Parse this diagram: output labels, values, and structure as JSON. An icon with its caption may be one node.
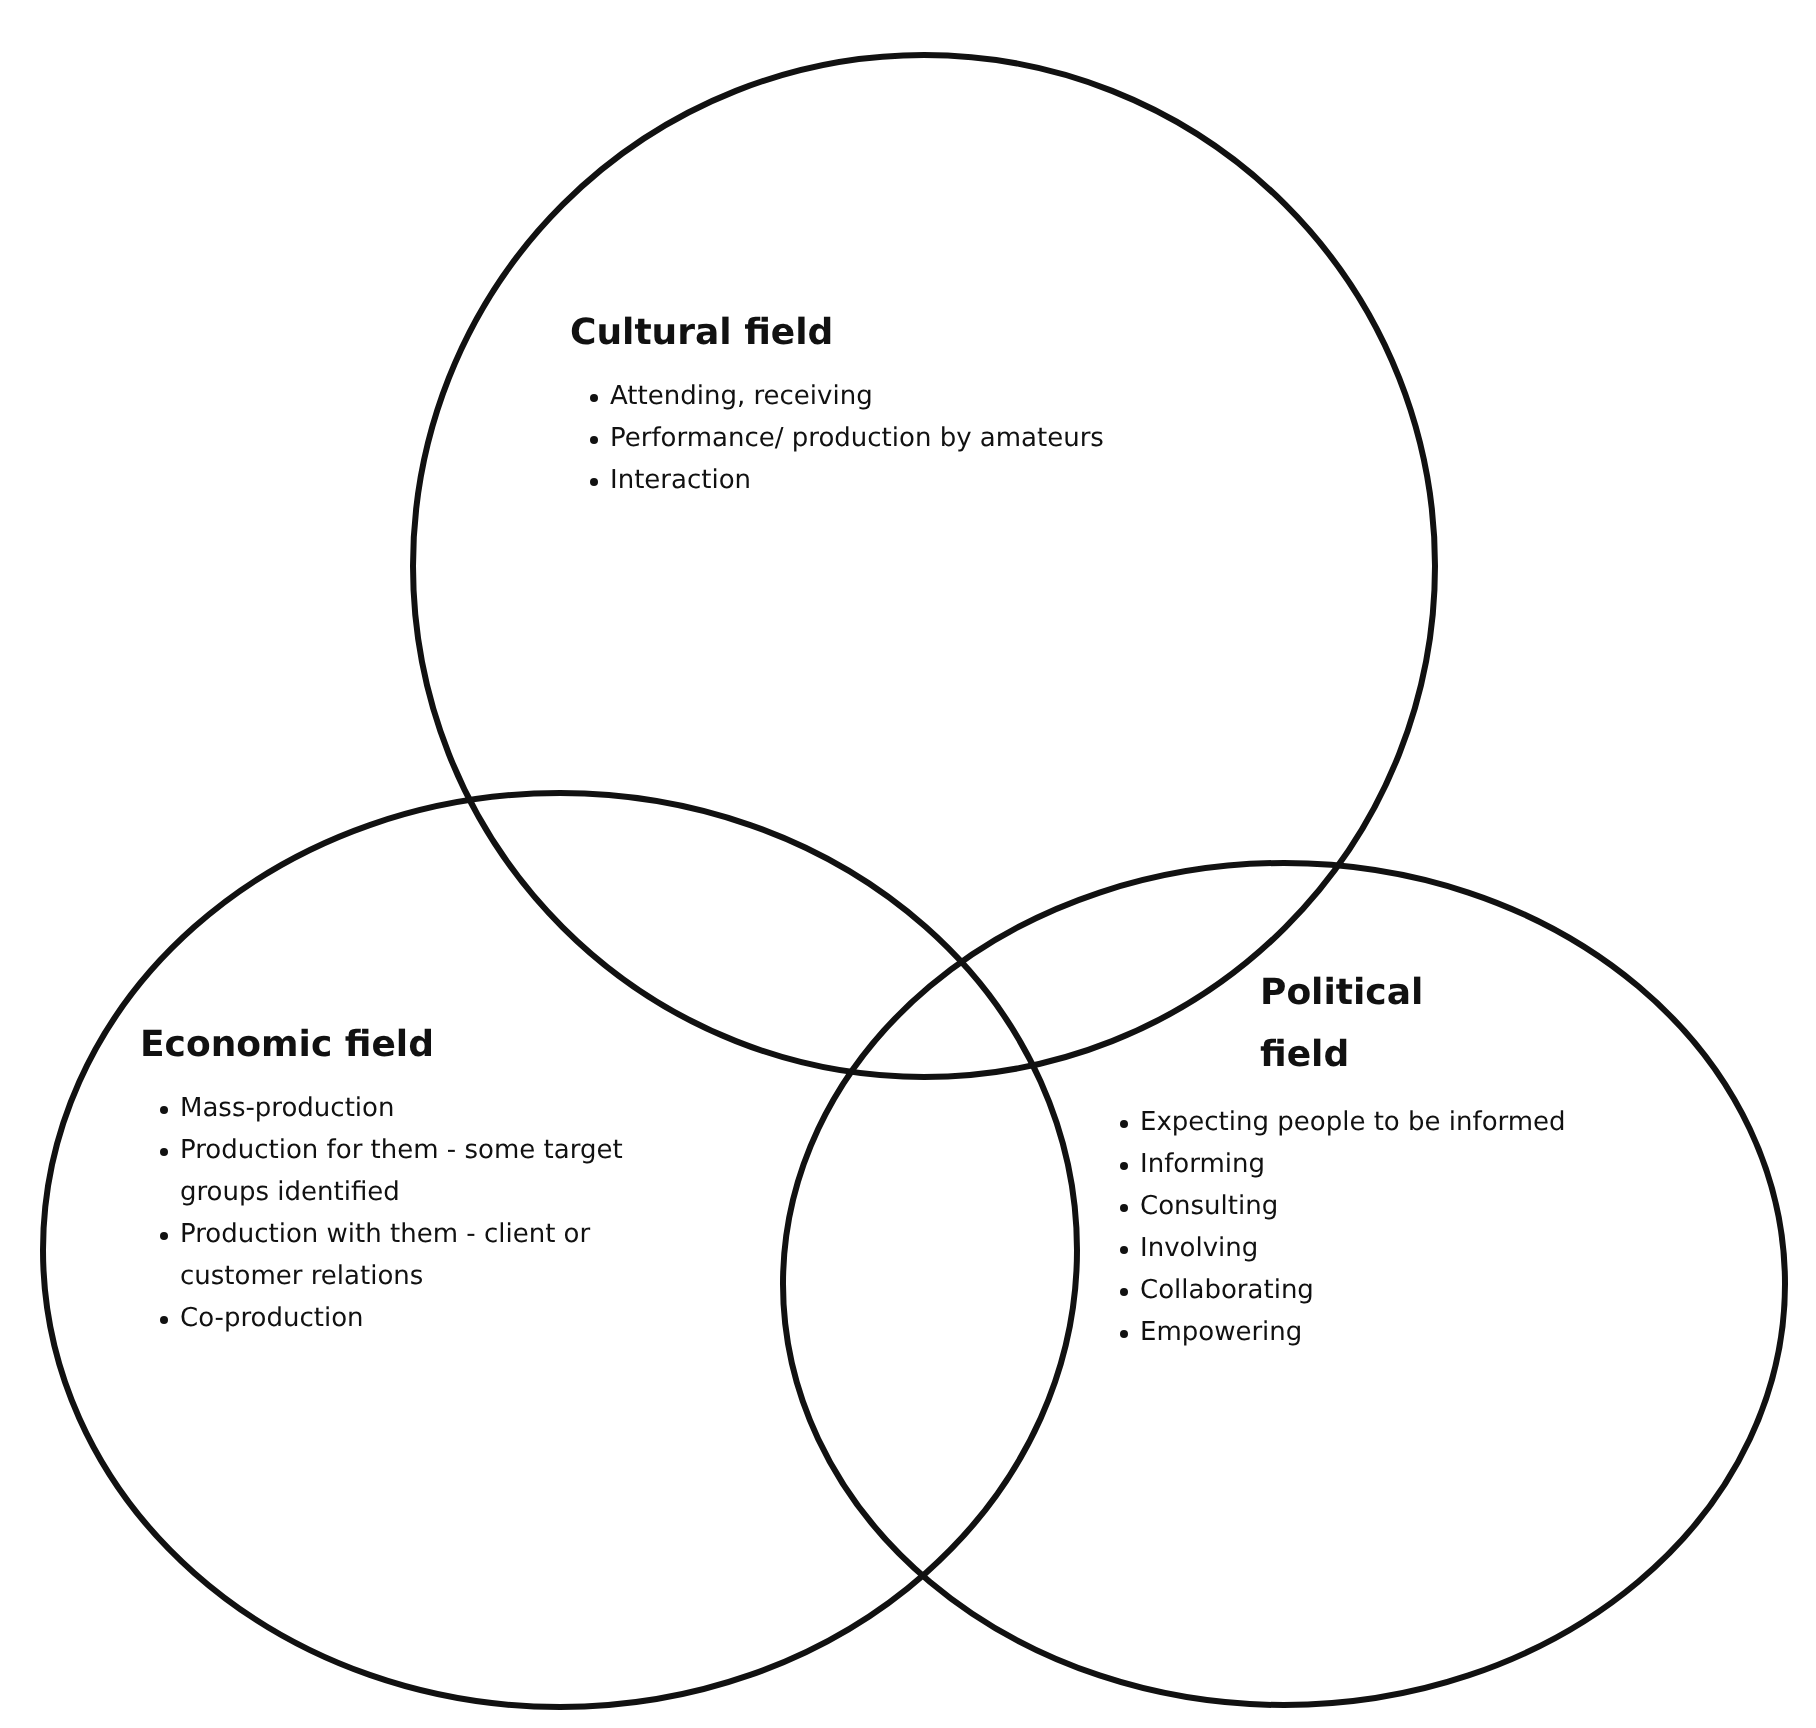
{
  "diagram": {
    "nodes": [
      {
        "text": [
          "Cultural field",
          "Attending, receiving",
          "Performance/ production by amateurs",
          "Interaction"
        ]
      },
      {
        "text": [
          "Economic field",
          "Mass-production",
          "Production for them - some target groups identified",
          "Production with them - client or customer relations",
          "Co-production"
        ]
      },
      {
        "text": [
          "Political field",
          "Expecting people to be informed",
          "Informing",
          "Consulting",
          "Involving",
          "Collaborating",
          "Empowering"
        ]
      }
    ]
  }
}
